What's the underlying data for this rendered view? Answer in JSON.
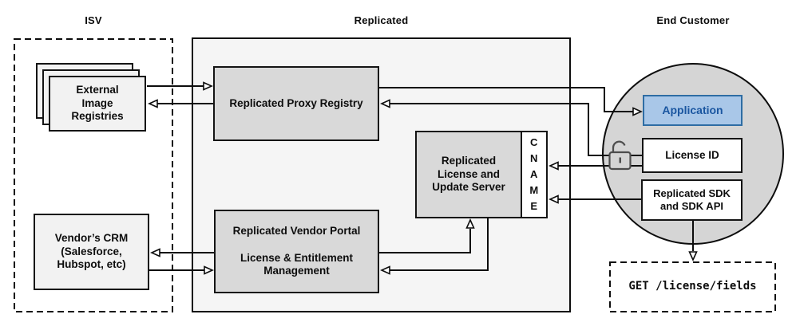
{
  "sections": {
    "isv": {
      "title": "ISV"
    },
    "replicated": {
      "title": "Replicated"
    },
    "end_customer": {
      "title": "End Customer"
    }
  },
  "nodes": {
    "external_registries": {
      "label": "External\nImage\nRegistries"
    },
    "proxy_registry": {
      "label": "Replicated Proxy Registry"
    },
    "vendor_crm": {
      "label": "Vendor’s CRM\n(Salesforce,\nHubspot, etc)"
    },
    "vendor_portal": {
      "label": "Replicated Vendor Portal\n\nLicense & Entitlement\nManagement"
    },
    "license_update_server": {
      "label": "Replicated\nLicense and\nUpdate Server"
    },
    "cname": {
      "label": "C\nN\nA\nM\nE"
    },
    "application": {
      "label": "Application"
    },
    "license_id": {
      "label": "License ID"
    },
    "replicated_sdk": {
      "label": "Replicated SDK\nand SDK API"
    },
    "get_license_fields": {
      "label": "GET /license/fields"
    }
  },
  "icons": {
    "unlock_icon": "open padlock between CNAME/Proxy wires and License ID"
  },
  "colors": {
    "page_background": "#ffffff",
    "container_fill": "#f5f5f5",
    "node_gray_fill": "#d9d9d9",
    "node_light_fill": "#f2f2f2",
    "circle_fill": "#d5d5d5",
    "line": "#000000",
    "application_fill": "#a9c7e8",
    "application_border": "#2e6da4",
    "application_text": "#1a56a0",
    "lock_stroke": "#4d4d4d"
  }
}
